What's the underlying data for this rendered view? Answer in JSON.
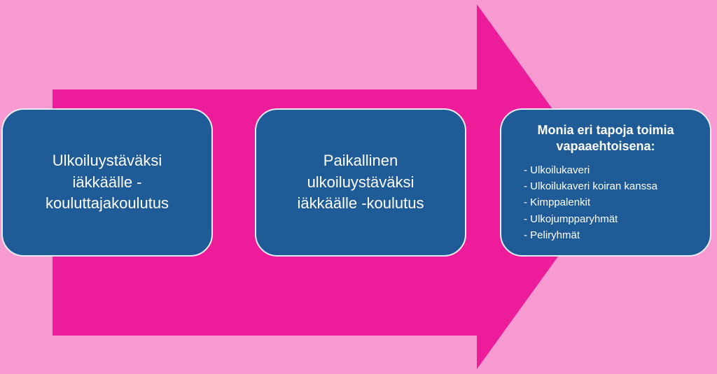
{
  "colors": {
    "background_pink": "#f79ad2",
    "arrow_magenta": "#ec1c9a",
    "box_blue": "#1e5b97",
    "box_border": "#e9edf5",
    "text_white": "#ffffff"
  },
  "boxes": [
    {
      "name": "trainer-training",
      "lines": [
        "Ulkoiluystäväksi",
        "iäkkäälle -",
        "kouluttajakoulutus"
      ]
    },
    {
      "name": "local-training",
      "lines": [
        "Paikallinen",
        "ulkoiluystäväksi",
        "iäkkäälle -koulutus"
      ]
    },
    {
      "name": "volunteer-options",
      "title_lines": [
        "Monia eri tapoja toimia",
        "vapaaehtoisena:"
      ],
      "items": [
        "- Ulkoilukaveri",
        "- Ulkoilukaveri koiran kanssa",
        "- Kimppalenkit",
        "- Ulkojumpparyhmät",
        "- Peliryhmät"
      ]
    }
  ]
}
